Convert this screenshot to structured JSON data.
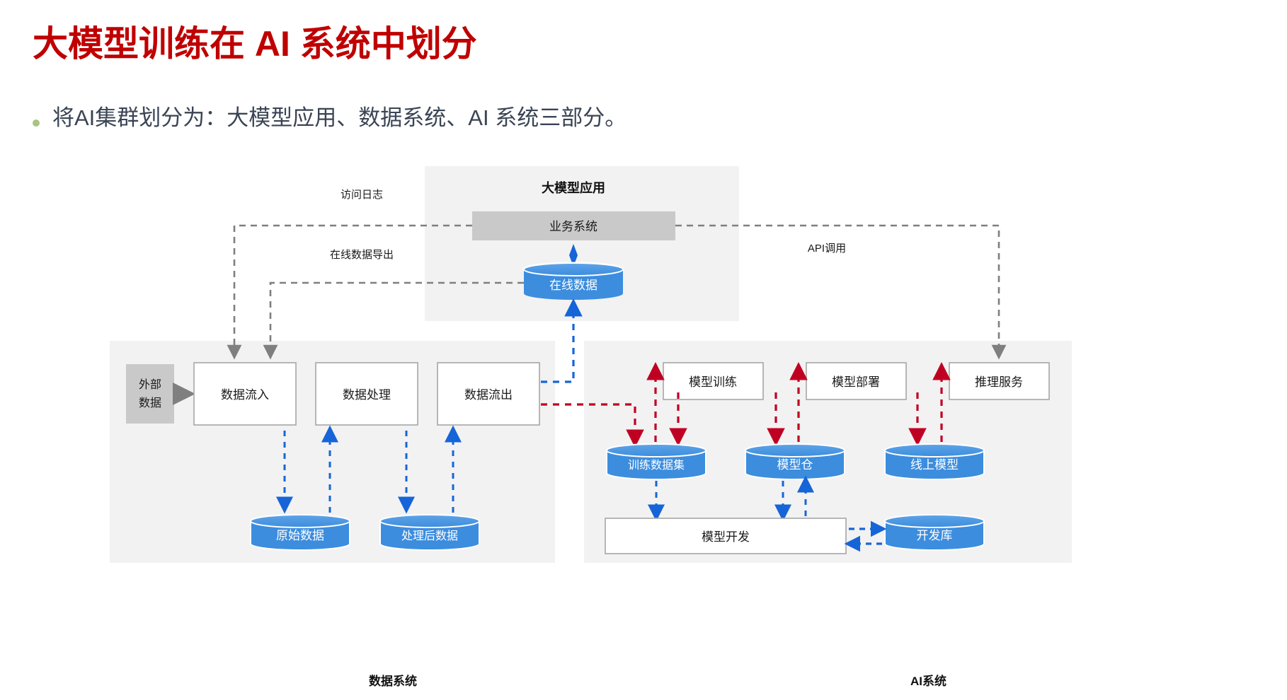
{
  "slide": {
    "title": "大模型训练在 AI 系统中划分",
    "bullet": "将AI集群划分为：大模型应用、数据系统、AI 系统三部分。",
    "colors": {
      "title_red": "#C00000",
      "bullet_text": "#3A4454",
      "bullet_dot": "#A9C47F",
      "panel_bg": "#F2F2F2",
      "gray_box": "#C9C9C9",
      "blue": "#3C8DDE",
      "blue_arrow": "#1565D8",
      "red_arrow": "#C00022",
      "gray_arrow": "#7F7F7F",
      "white_box_border": "#A6A6A6"
    }
  },
  "panels": {
    "app": {
      "title": "大模型应用"
    },
    "data": {
      "caption": "数据系统"
    },
    "ai": {
      "caption": "AI系统"
    }
  },
  "nodes": {
    "business_system": "业务系统",
    "online_data": "在线数据",
    "external_data": "外部\n数据",
    "external_data_line1": "外部",
    "external_data_line2": "数据",
    "data_inflow": "数据流入",
    "data_process": "数据处理",
    "data_outflow": "数据流出",
    "raw_data": "原始数据",
    "processed_data": "处理后数据",
    "model_training": "模型训练",
    "model_deploy": "模型部署",
    "inference_service": "推理服务",
    "training_dataset": "训练数据集",
    "model_repo": "模型仓",
    "online_model": "线上模型",
    "model_dev": "模型开发",
    "dev_library": "开发库"
  },
  "edge_labels": {
    "access_log": "访问日志",
    "online_data_export": "在线数据导出",
    "api_call": "API调用"
  }
}
